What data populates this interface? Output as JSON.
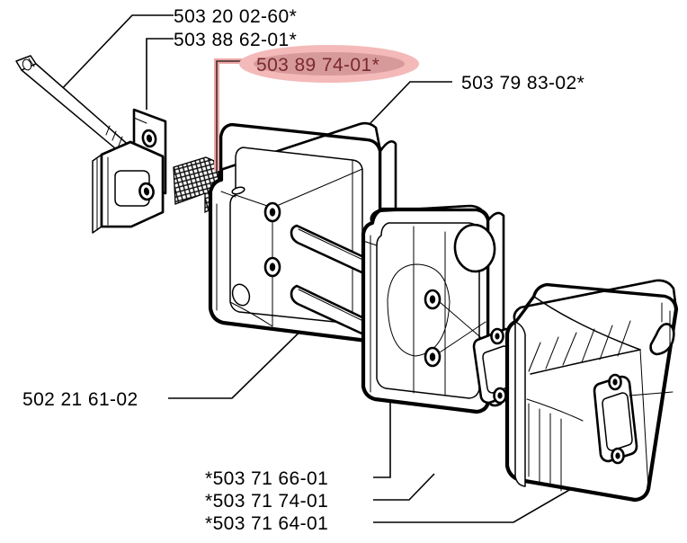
{
  "diagram": {
    "title": "Muffler assembly exploded parts diagram",
    "background_color": "#ffffff",
    "line_color": "#000000",
    "highlight": {
      "ellipse_fill": "#f4b9b9",
      "ellipse_inner_fill": "#d79a9c",
      "text_color": "#7a2a2f",
      "leader_color": "#eda7a7"
    }
  },
  "labels": {
    "screw": "503 20 02-60*",
    "bracket": "503 88 62-01*",
    "screen_highlighted": "503 89 74-01*",
    "cover": "503 79 83-02*",
    "heat_shield": "502 21 61-02",
    "muffler_a": "*503 71 66-01",
    "muffler_b": "*503 71 74-01",
    "muffler_c": "*503 71 64-01"
  },
  "parts": [
    {
      "name": "hex-socket-screw",
      "label_ref": "screw"
    },
    {
      "name": "mounting-bracket-plates",
      "label_ref": "bracket"
    },
    {
      "name": "spark-arrestor-screen",
      "label_ref": "screen_highlighted"
    },
    {
      "name": "muffler-outer-cover",
      "label_ref": "cover"
    },
    {
      "name": "heat-shield-plate",
      "label_ref": "heat_shield"
    },
    {
      "name": "muffler-backplate",
      "label_ref": "muffler_a"
    },
    {
      "name": "exhaust-gasket",
      "label_ref": "muffler_b"
    },
    {
      "name": "muffler-body",
      "label_ref": "muffler_c"
    }
  ]
}
